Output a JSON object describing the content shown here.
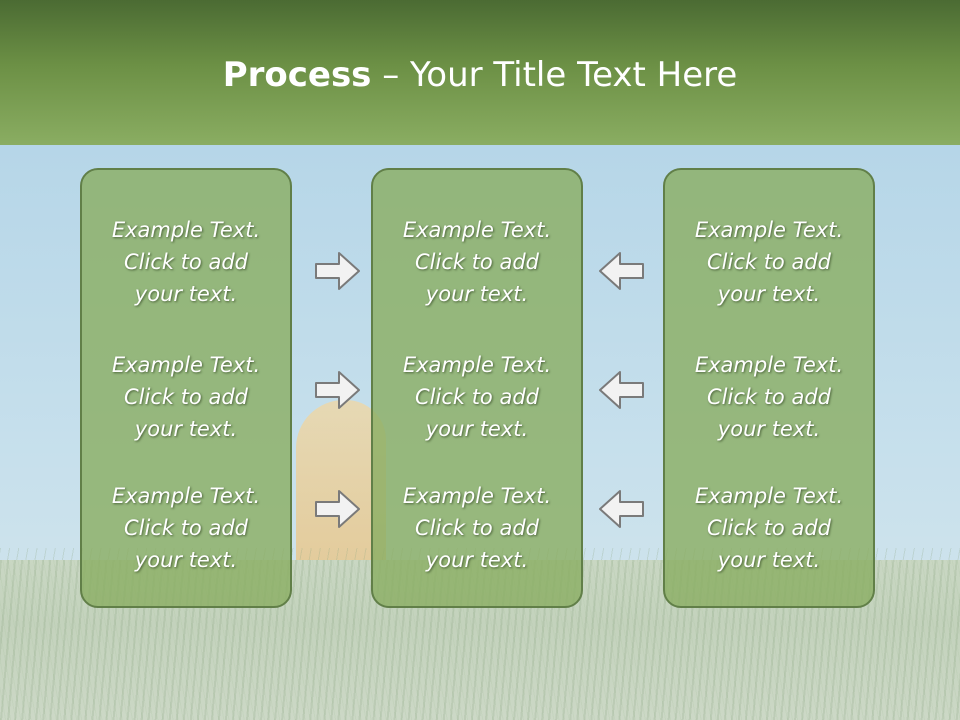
{
  "slide": {
    "title_bold": "Process",
    "title_rest": " – Your Title Text Here"
  },
  "columns": [
    {
      "items": [
        "Example Text.\nClick  to add\nyour text.",
        "Example Text.\nClick  to add\nyour text.",
        "Example Text.\nClick  to add\nyour text."
      ]
    },
    {
      "items": [
        "Example Text.\nClick  to add\nyour text.",
        "Example Text.\nClick  to add\nyour text.",
        "Example Text.\nClick  to add\nyour text."
      ]
    },
    {
      "items": [
        "Example Text.\nClick  to add\nyour text.",
        "Example Text.\nClick  to add\nyour text.",
        "Example Text.\nClick  to add\nyour text."
      ]
    }
  ],
  "icons": {
    "left_arrows": "arrow-right-icon",
    "right_arrows": "arrow-left-icon"
  },
  "colors": {
    "header": "#6c9045",
    "box_fill": "#8baf64",
    "box_border": "#617f48",
    "arrow_fill": "#f2f2f2",
    "arrow_stroke": "#7a7a7a"
  }
}
